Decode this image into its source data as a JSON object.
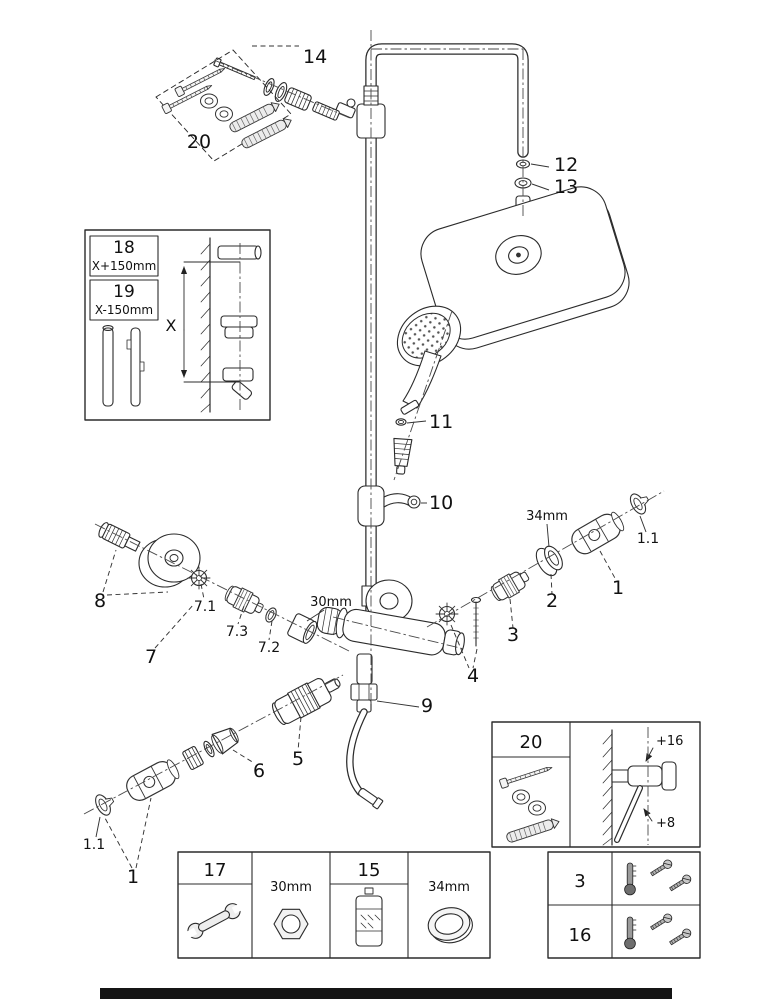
{
  "colors": {
    "line": "#2b2b2b",
    "paper": "#ffffff",
    "footer_bar": "#151515"
  },
  "callouts": {
    "n14": "14",
    "n20_top": "20",
    "n12": "12",
    "n13": "13",
    "n11": "11",
    "n10": "10",
    "n8": "8",
    "n7": "7",
    "n7_1": "7.1",
    "n7_3": "7.3",
    "n7_2": "7.2",
    "size30_chain": "30mm",
    "n9": "9",
    "n4": "4",
    "n3": "3",
    "n2": "2",
    "size34_chain": "34mm",
    "n1_right": "1",
    "n1_1_right": "1.1",
    "n5": "5",
    "n6": "6",
    "n1_left": "1",
    "n1_1_left": "1.1"
  },
  "inset": {
    "n18": "18",
    "dim18": "X+150mm",
    "n19": "19",
    "dim19": "X-150mm",
    "axis_label": "X"
  },
  "tools_table": {
    "n17": "17",
    "size30": "30mm",
    "n15": "15",
    "size34": "34mm"
  },
  "mount_panel": {
    "n20": "20",
    "offset_top": "+16",
    "offset_bottom": "+8"
  },
  "service_table": {
    "rows": [
      {
        "label": "3"
      },
      {
        "label": "16"
      }
    ]
  }
}
